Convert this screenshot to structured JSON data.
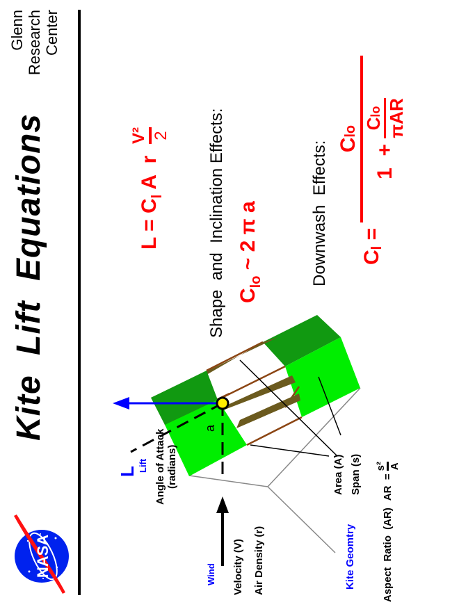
{
  "header": {
    "title": "Kite  Lift  Equations",
    "center_name_lines": [
      "Glenn",
      "Research",
      "Center"
    ],
    "logo": "nasa-meatball-logo"
  },
  "equations": {
    "lift": {
      "lhs": "L = C",
      "cl_sub": "l",
      "middle": " A  r ",
      "frac_num": "V²",
      "frac_den": "2"
    },
    "shape_heading": "Shape  and  Inclination Effects:",
    "shape": {
      "c": "C",
      "sub": "lo",
      "rest": " ~ 2 π a"
    },
    "downwash_heading": "Downwash  Effects:",
    "downwash": {
      "lhs_c": "C",
      "lhs_sub": "l",
      "equals": " = ",
      "num_c": "C",
      "num_sub": "lo",
      "den_prefix": "1  + ",
      "inner_num_c": "C",
      "inner_num_sub": "lo",
      "inner_den": "πAR"
    }
  },
  "diagram": {
    "lift_symbol": "L",
    "lift_label": "Lift",
    "alpha_symbol": "a",
    "angle_label_line1": "Angle  of  Attack",
    "angle_label_line2": "(radians)",
    "wind_label": "Wind",
    "velocity_label": "Velocity (V)",
    "density_label": "Air Density (r)",
    "kite_geometry_label": "Kite  Geomtry",
    "area_label": "Area  (A)",
    "span_label": "Span  (s)",
    "aspect_ratio_label": "Aspect  Ratio  (AR)",
    "ar_formula_lhs": "AR  =",
    "ar_formula_num": "s²",
    "ar_formula_den": "A",
    "colors": {
      "green_light": "#00ee00",
      "green_dark": "#119911",
      "sail_brown": "#6b5a1e",
      "frame_brown": "#8b4513",
      "lift_blue": "#0000ff",
      "equation_red": "#ff0000",
      "pivot_yellow": "#ffee00"
    }
  }
}
